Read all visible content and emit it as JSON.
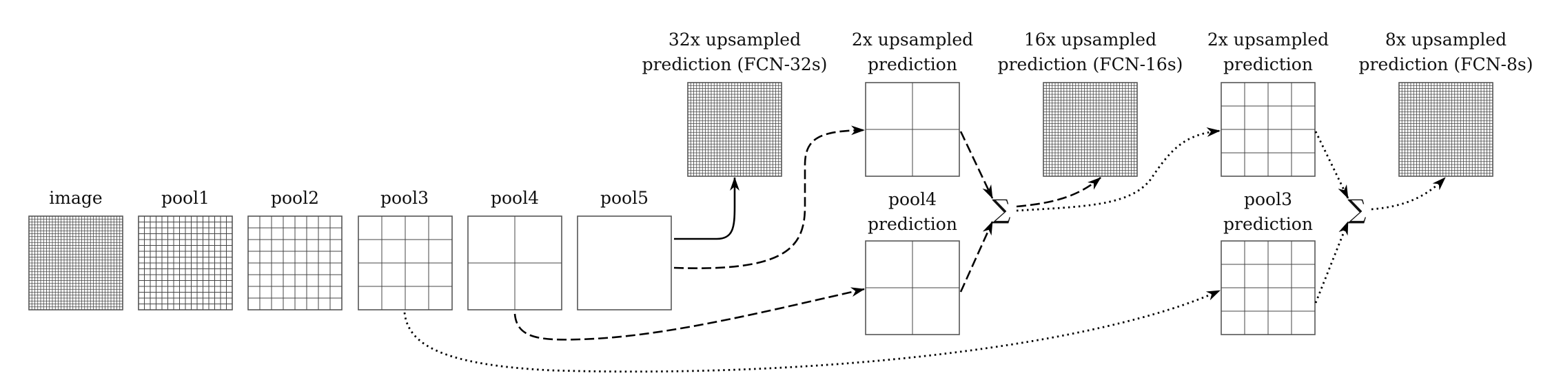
{
  "stages": {
    "image": "image",
    "pool1": "pool1",
    "pool2": "pool2",
    "pool3": "pool3",
    "pool4": "pool4",
    "pool5": "pool5"
  },
  "outputs": {
    "fcn32": [
      "32x upsampled",
      "prediction (FCN-32s)"
    ],
    "up2a": [
      "2x upsampled",
      "prediction"
    ],
    "fcn16": [
      "16x upsampled",
      "prediction (FCN-16s)"
    ],
    "up2b": [
      "2x upsampled",
      "prediction"
    ],
    "fcn8": [
      "8x upsampled",
      "prediction (FCN-8s)"
    ],
    "pool4pred": [
      "pool4",
      "prediction"
    ],
    "pool3pred": [
      "pool3",
      "prediction"
    ]
  },
  "sum_symbol": "∑"
}
